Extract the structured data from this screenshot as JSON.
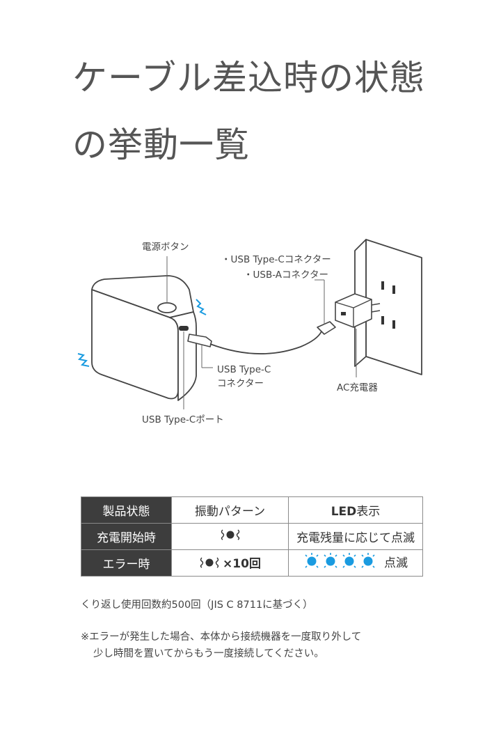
{
  "title": {
    "line1": "ケーブル差込時の状態",
    "line2": "の挙動一覧"
  },
  "diagram": {
    "power_button_label": "電源ボタン",
    "connector_list_1": "・USB Type-Cコネクター",
    "connector_list_2": "・USB-Aコネクター",
    "usbc_connector_label_1": "USB Type-C",
    "usbc_connector_label_2": "コネクター",
    "ac_charger_label": "AC充電器",
    "usbc_port_label": "USB Type-Cポート"
  },
  "table": {
    "headers": [
      "製品状態",
      "振動パターン",
      "LED表示"
    ],
    "led_header_bold": "LED",
    "led_header_rest": "表示",
    "rows": [
      {
        "state": "充電開始時",
        "vibration_count": "",
        "led": "充電残量に応じて点滅"
      },
      {
        "state": "エラー時",
        "vibration_count": "×10回",
        "led": "点滅"
      }
    ],
    "led_color": "#1a9be0"
  },
  "notes": {
    "cycles": "くり返し使用回数約500回（JIS C 8711に基づく）",
    "error_line1": "※エラーが発生した場合、本体から接続機器を一度取り外して",
    "error_line2": "少し時間を置いてからもう一度接続してください。"
  }
}
